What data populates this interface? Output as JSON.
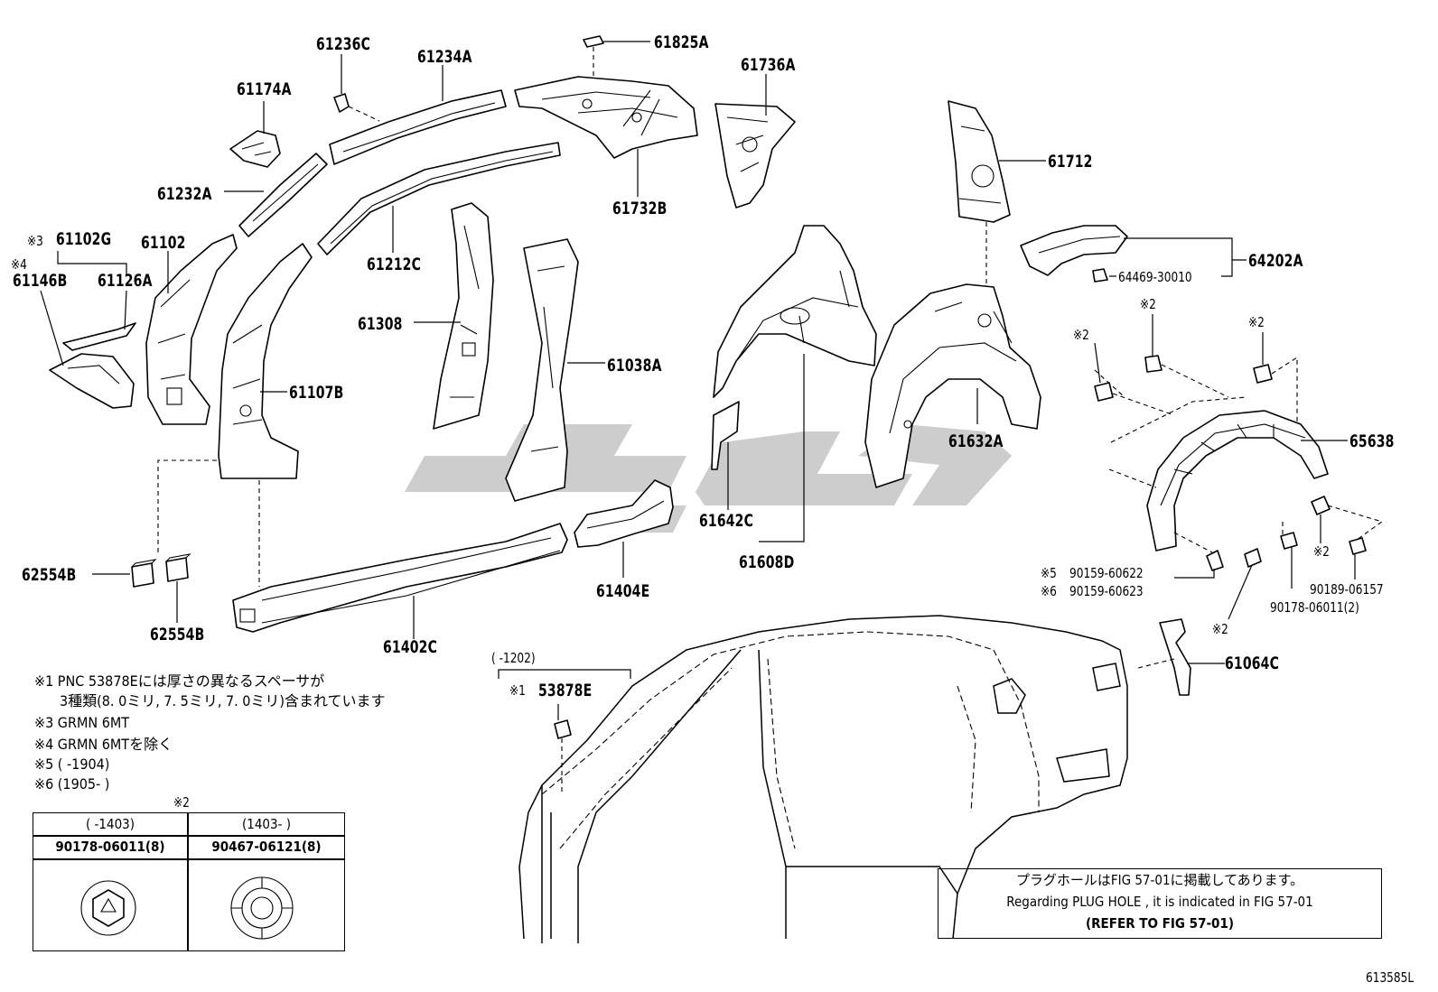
{
  "parts": {
    "p61236C": "61236C",
    "p61234A": "61234A",
    "p61825A": "61825A",
    "p61736A": "61736A",
    "p61174A": "61174A",
    "p61712": "61712",
    "p61232A": "61232A",
    "p61732B": "61732B",
    "p61102G": "61102G",
    "p61102": "61102",
    "p61212C": "61212C",
    "p64202A": "64202A",
    "p64469": "64469-30010",
    "p61146B": "61146B",
    "p61126A": "61126A",
    "p61308": "61308",
    "p61038A": "61038A",
    "p61107B": "61107B",
    "p61632A": "61632A",
    "p65638": "65638",
    "p62554B_1": "62554B",
    "p62554B_2": "62554B",
    "p61642C": "61642C",
    "p61608D": "61608D",
    "p61404E": "61404E",
    "p61402C": "61402C",
    "p90159_60622": "90159-60622",
    "p90159_60623": "90159-60623",
    "p90189": "90189-06157",
    "p90178_2": "90178-06011(2)",
    "p61064C": "61064C",
    "p53878E": "53878E"
  },
  "marks": {
    "m3": "※3",
    "m4": "※4",
    "m1": "※1",
    "m5": "※5",
    "m6": "※6",
    "m2a": "※2",
    "m2b": "※2",
    "m2c": "※2",
    "m2d": "※2",
    "m2e": "※2",
    "m2tbl": "※2"
  },
  "range_53878E": "(      -1202)",
  "notes": {
    "n1a": "※1 PNC 53878Eには厚さの異なるスペーサが",
    "n1b": "3種類(8. 0ミリ, 7. 5ミリ, 7. 0ミリ)含まれています",
    "n3": "※3 GRMN 6MT",
    "n4": "※4 GRMN 6MTを除く",
    "n5": "※5 (      -1904)",
    "n6": "※6 (1905-      )"
  },
  "table": {
    "h1": "(      -1403)",
    "h2": "(1403-      )",
    "v1": "90178-06011(8)",
    "v2": "90467-06121(8)"
  },
  "plug_note": {
    "jp": "プラグホールはFIG 57-01に掲載してあります。",
    "en": "Regarding  PLUG  HOLE , it is indicated in FIG  57-01",
    "ref": "(REFER TO FIG 57-01)"
  },
  "figure_id": "613585L"
}
